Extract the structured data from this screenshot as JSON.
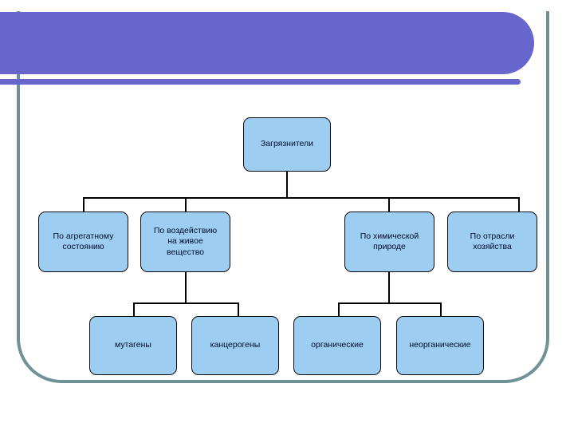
{
  "slide": {
    "banner_title": "",
    "colors": {
      "banner_purple": "#6666CC",
      "frame_teal": "#6F9296",
      "node_fill": "#9DCDF0",
      "node_border": "#0A0A0A",
      "connector": "#000000",
      "background": "#FFFFFF"
    }
  },
  "chart_data": {
    "type": "diagram",
    "title": "Загрязнители",
    "root": "Загрязнители",
    "levels": [
      [
        "Загрязнители"
      ],
      [
        "По агрегатному состоянию",
        "По воздействию на живое вещество",
        "По химической природе",
        "По отрасли хозяйства"
      ],
      [
        "мутагены",
        "канцерогены",
        "органические",
        "неорганические"
      ]
    ],
    "edges": [
      {
        "from": "Загрязнители",
        "to": "По агрегатному состоянию"
      },
      {
        "from": "Загрязнители",
        "to": "По воздействию на живое вещество"
      },
      {
        "from": "Загрязнители",
        "to": "По химической природе"
      },
      {
        "from": "Загрязнители",
        "to": "По отрасли хозяйства"
      },
      {
        "from": "По воздействию на живое вещество",
        "to": "мутагены"
      },
      {
        "from": "По воздействию на живое вещество",
        "to": "канцерогены"
      },
      {
        "from": "По химической природе",
        "to": "органические"
      },
      {
        "from": "По химической природе",
        "to": "неорганические"
      }
    ]
  },
  "nodes": {
    "root": {
      "label": "Загрязнители"
    },
    "level2": [
      {
        "label": "По агрегатному\nсостоянию"
      },
      {
        "label": "По воздействию\nна живое\nвещество"
      },
      {
        "label": "По химической\nприроде"
      },
      {
        "label": "По отрасли\nхозяйства"
      }
    ],
    "level3": [
      {
        "label": "мутагены"
      },
      {
        "label": "канцерогены"
      },
      {
        "label": "органические"
      },
      {
        "label": "неорганические"
      }
    ]
  }
}
